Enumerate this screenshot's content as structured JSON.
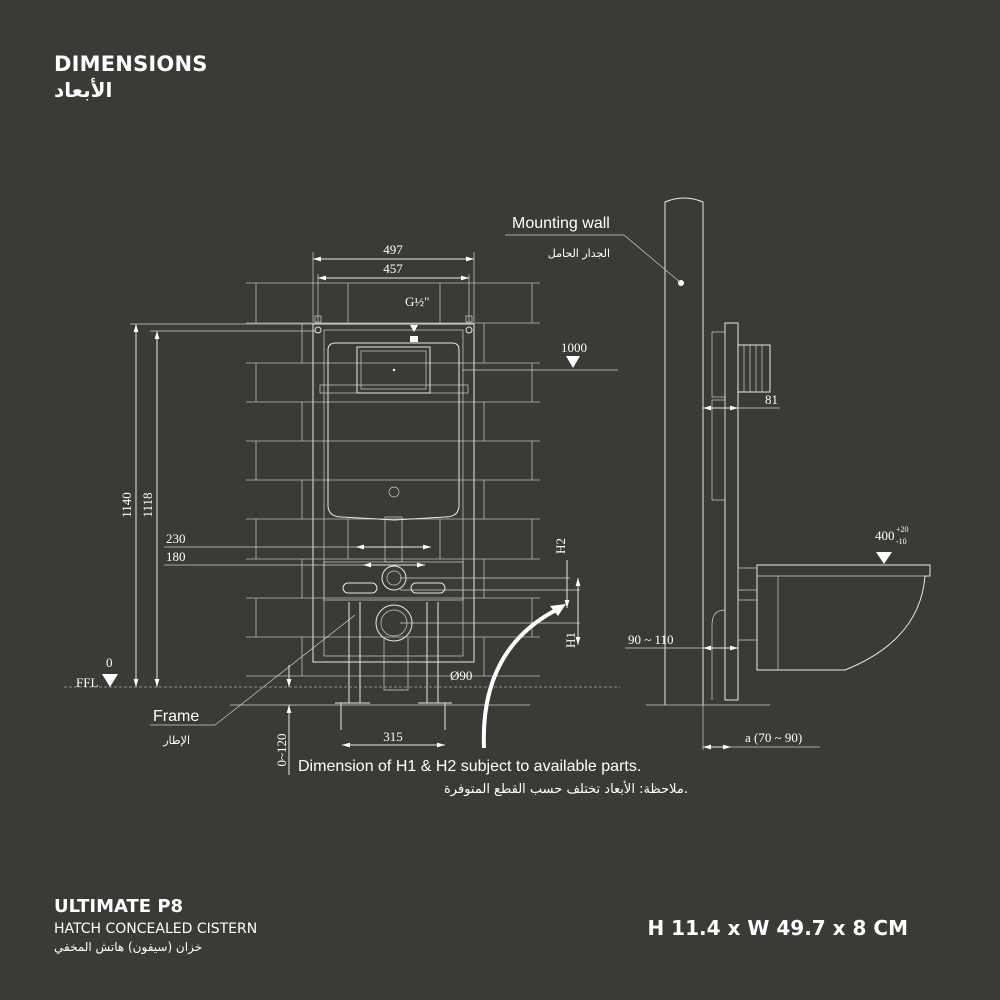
{
  "header": {
    "title_en": "DIMENSIONS",
    "title_ar": "الأبعاد"
  },
  "drawing": {
    "dim_497": "497",
    "dim_457": "457",
    "inlet": "G½\"",
    "level_1000": "1000",
    "dim_1140": "1140",
    "dim_1118": "1118",
    "dim_230": "230",
    "dim_180": "180",
    "h2": "H2",
    "h1": "H1",
    "ffl": "FFL",
    "ffl_zero": "0",
    "dia_90": "Ø90",
    "dim_315": "315",
    "dim_0_120": "0~120",
    "frame_en": "Frame",
    "frame_ar": "الإطار",
    "wall_en": "Mounting wall",
    "wall_ar": "الجدار الحامل",
    "dim_81": "81",
    "seat_height": "400",
    "seat_tol_plus": "+20",
    "seat_tol_minus": "-10",
    "dim_90_110": "90 ~ 110",
    "dim_a": "a (70 ~ 90)",
    "note_en": "Dimension of H1 & H2 subject to available parts.",
    "note_ar": "ملاحظة: الأبعاد تختلف حسب القطع المتوفرة."
  },
  "product": {
    "name": "ULTIMATE P8",
    "subtitle": "HATCH CONCEALED CISTERN",
    "subtitle_ar": "خزان (سيفون) هاتش المخفي",
    "size": "H 11.4 x W 49.7 x 8 CM"
  },
  "colors": {
    "background": "#3a3a37",
    "line": "#e8e8e8"
  }
}
